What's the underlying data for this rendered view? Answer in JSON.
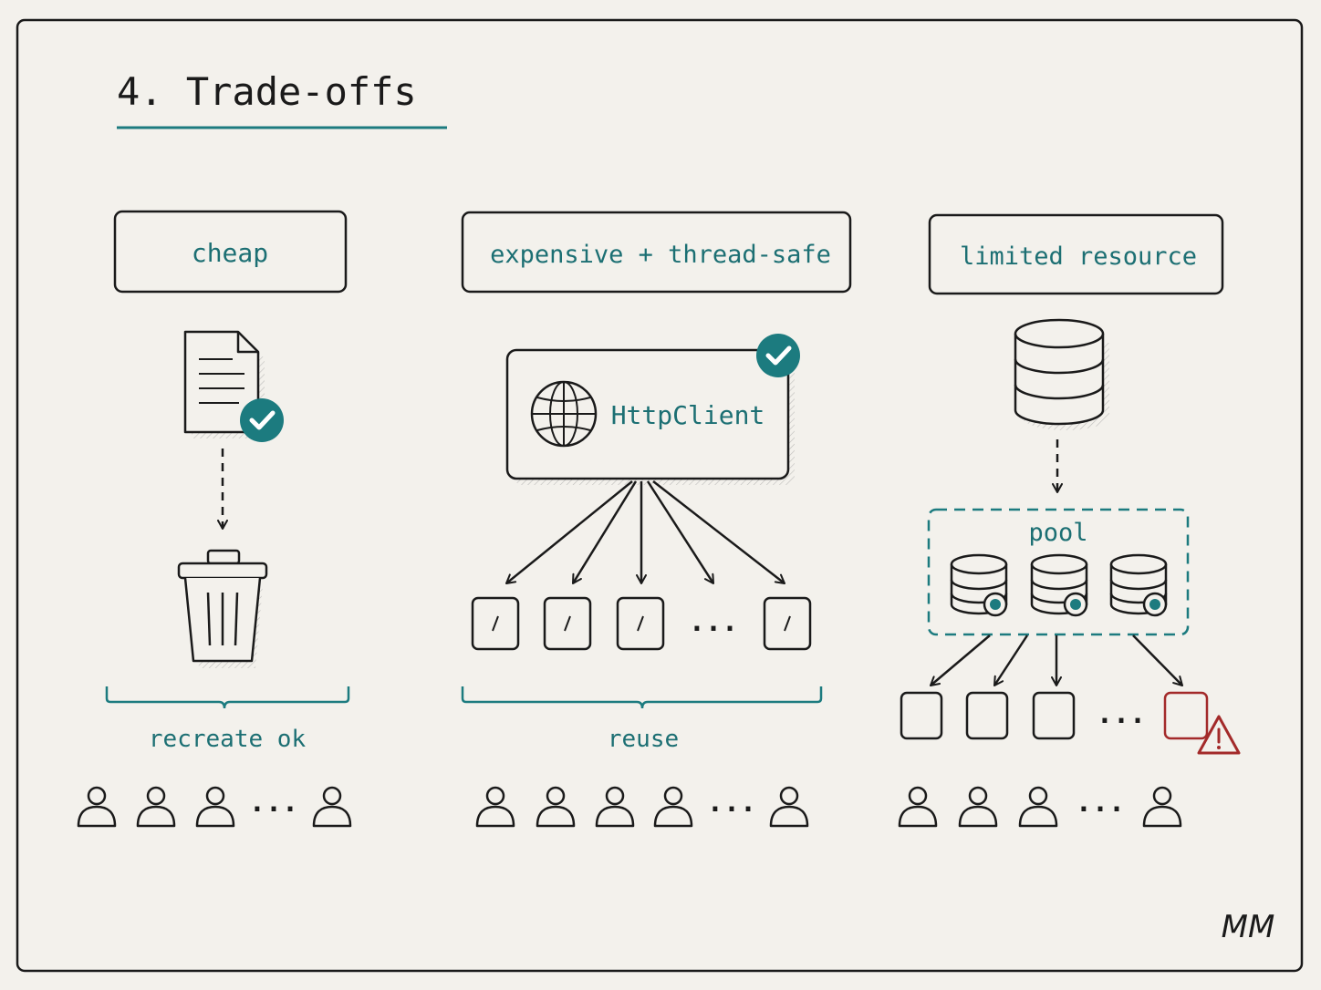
{
  "title": "4. Trade-offs",
  "colors": {
    "ink": "#1a1a1a",
    "accent": "#1c7b7f",
    "warning": "#a32a2a",
    "paper": "#f3f1ec"
  },
  "columns": [
    {
      "heading": "cheap",
      "object_icon": "document-icon",
      "badge_icon": "check-badge-icon",
      "destination_icon": "trash-can-icon",
      "caption": "recreate ok"
    },
    {
      "heading": "expensive + thread-safe",
      "object_label": "HttpClient",
      "object_icon": "globe-icon",
      "badge_icon": "check-badge-icon",
      "consumer_icon": "request-icon",
      "caption": "reuse"
    },
    {
      "heading": "limited resource",
      "object_icon": "database-icon",
      "pool_label": "pool",
      "pool_item_icon": "pooled-connection-icon",
      "consumer_icon": "slot-icon",
      "overflow_icon": "warning-icon"
    }
  ],
  "ellipsis": "...",
  "user_icon": "user-icon",
  "signature": "MM"
}
